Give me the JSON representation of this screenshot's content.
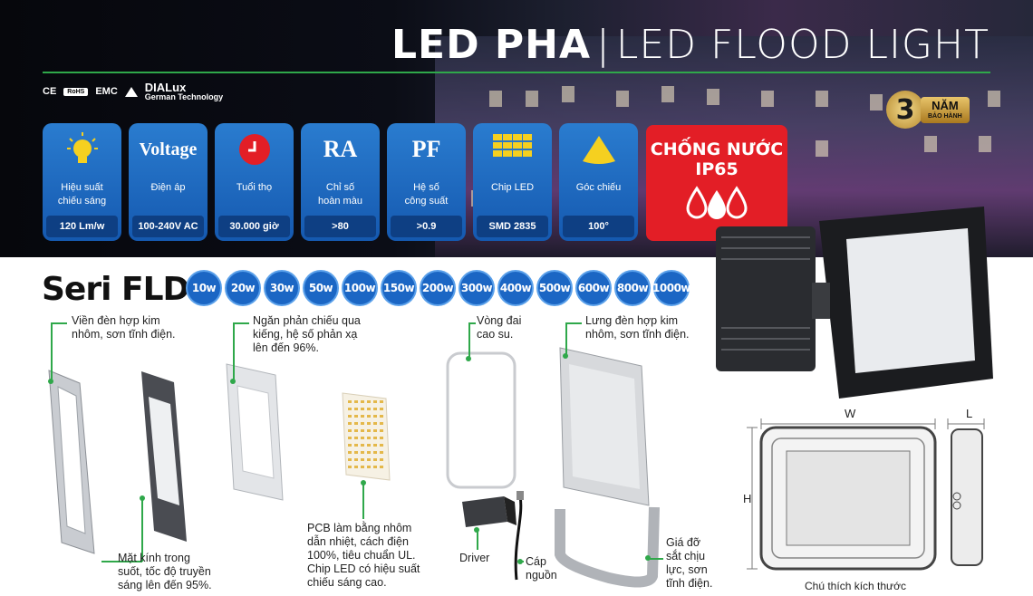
{
  "header": {
    "title_bold": "LED PHA",
    "title_sep": "|",
    "title_thin": "LED FLOOD LIGHT"
  },
  "certs": {
    "ce": "CE",
    "rohs": "RoHS",
    "emc": "EMC",
    "dialux_name": "DIALux",
    "dialux_tag": "German Technology"
  },
  "features": [
    {
      "icon": "bulb-icon",
      "label1": "Hiệu suất",
      "label2": "chiếu sáng",
      "value": "120 Lm/w"
    },
    {
      "icon": "voltage-icon",
      "big": "Voltage",
      "label1": "Điện áp",
      "label2": "",
      "value": "100-240V AC"
    },
    {
      "icon": "clock-icon",
      "label1": "Tuổi thọ",
      "label2": "",
      "value": "30.000 giờ"
    },
    {
      "icon": "ra-icon",
      "big": "RA",
      "label1": "Chỉ số",
      "label2": "hoàn màu",
      "value": ">80"
    },
    {
      "icon": "pf-icon",
      "big": "PF",
      "label1": "Hệ số",
      "label2": "công suất",
      "value": ">0.9"
    },
    {
      "icon": "chip-icon",
      "label1": "Chip LED",
      "label2": "",
      "value": "SMD 2835"
    },
    {
      "icon": "beam-angle-icon",
      "label1": "Góc chiếu",
      "label2": "",
      "value": "100°"
    }
  ],
  "waterproof": {
    "line1": "CHỐNG NƯỚC",
    "line2": "IP65"
  },
  "warranty": {
    "years": "3",
    "word": "NĂM",
    "sub": "BẢO HÀNH"
  },
  "series": {
    "title": "Seri FLD3",
    "watts": [
      "10w",
      "20w",
      "30w",
      "50w",
      "100w",
      "150w",
      "200w",
      "300w",
      "400w",
      "500w",
      "600w",
      "800w",
      "1000w"
    ]
  },
  "notes": {
    "frame": [
      "Viền đèn hợp kim",
      "nhôm, sơn tĩnh điện."
    ],
    "reflector": [
      "Ngăn phản chiếu qua",
      "kiếng, hệ số phản xạ",
      "lên đến 96%."
    ],
    "gasket": [
      "Vòng đai",
      "cao su."
    ],
    "back": [
      "Lưng đèn hợp kim",
      "nhôm, sơn tĩnh điện."
    ],
    "glass": [
      "Mặt      kính      trong",
      "suốt, tốc độ truyền",
      "sáng lên đến 95%."
    ],
    "pcb": [
      "PCB làm bằng nhôm",
      "dẫn nhiệt, cách điện",
      "100%, tiêu chuẩn UL.",
      "Chip LED có hiệu suất",
      "chiếu sáng cao."
    ],
    "driver": "Driver",
    "cable": [
      "Cáp",
      "nguồn"
    ],
    "bracket": [
      "Giá đỡ",
      "sắt chịu",
      "lực, sơn",
      "tĩnh điện."
    ]
  },
  "dimensions": {
    "w": "W",
    "l": "L",
    "h": "H",
    "caption": "Chú thích kích thước"
  }
}
